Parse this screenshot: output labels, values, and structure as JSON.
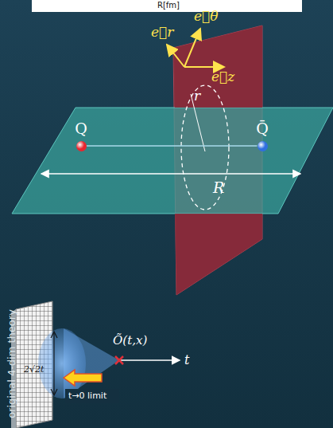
{
  "diagram": {
    "nodes": [
      {
        "text": [
          "Q"
        ]
      },
      {
        "text": [
          "Q̄"
        ]
      }
    ],
    "edges": [
      {
        "from": 0,
        "to": 1,
        "arrow": "none"
      }
    ],
    "labels": [
      "R[fm]",
      "e⃗r",
      "e⃗θ",
      "e⃗z",
      "r",
      "R",
      "original 4-dim theory",
      "2√2t",
      "Õ(t,x)",
      "t",
      "t→0 limit"
    ]
  }
}
